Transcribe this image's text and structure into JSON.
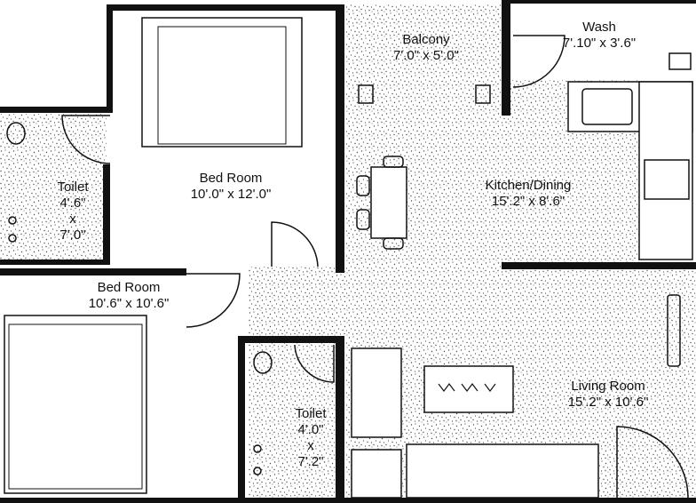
{
  "rooms": {
    "balcony": {
      "name": "Balcony",
      "size": "7'.0\" x 5'.0\""
    },
    "wash": {
      "name": "Wash",
      "size": "7'.10\" x 3'.6\""
    },
    "bedroom_top": {
      "name": "Bed Room",
      "size": "10'.0\" x 12'.0\""
    },
    "toilet_left": {
      "name": "Toilet",
      "w": "4'.6\"",
      "x": "x",
      "h": "7'.0\""
    },
    "kitchen_dining": {
      "name": "Kitchen/Dining",
      "size": "15'.2\" x 8'.6\""
    },
    "bedroom_bottom": {
      "name": "Bed Room",
      "size": "10'.6\" x 10'.6\""
    },
    "toilet_bottom": {
      "name": "Toilet",
      "w": "4'.0\"",
      "x": "x",
      "h": "7'.2\""
    },
    "living_room": {
      "name": "Living Room",
      "size": "15'.2\" x 10'.6\""
    }
  },
  "colors": {
    "wall": "#111111",
    "floor_speckle": "#4a4a4a",
    "background": "#ffffff"
  }
}
